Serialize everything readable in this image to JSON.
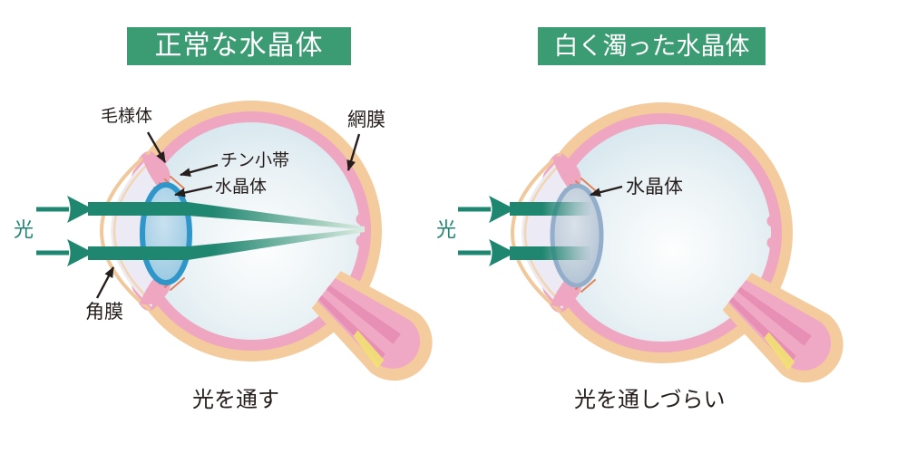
{
  "left_panel": {
    "title": "正常な水晶体",
    "caption": "光を通す",
    "light_label": "光",
    "labels": {
      "ciliary_body": "毛様体",
      "zonules": "チン小帯",
      "lens": "水晶体",
      "retina": "網膜",
      "cornea": "角膜"
    }
  },
  "right_panel": {
    "title": "白く濁った水晶体",
    "caption": "光を通しづらい",
    "light_label": "光",
    "labels": {
      "lens": "水晶体"
    }
  },
  "colors": {
    "badge_green": "#3B9B72",
    "beam_green": "#1F8670",
    "sclera_tan": "#F3CB9D",
    "choroid_pink": "#EFA6C1",
    "lens_blue_ring": "#2E96C8",
    "cloudy_lens_ring": "#92AECB",
    "zonule_orange": "#E2825A",
    "anterior_chamber": "#ECEAF4",
    "text_black": "#251E1C"
  }
}
